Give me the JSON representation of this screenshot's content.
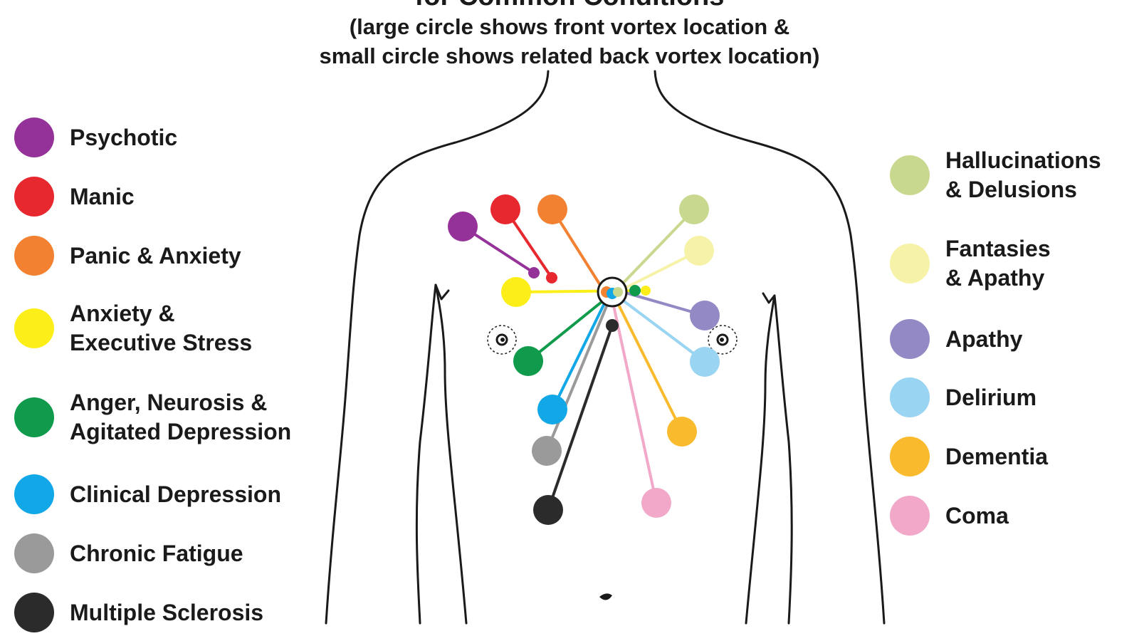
{
  "title_fragment": "for Common Conditions",
  "subtitle_line1": "(large circle shows front vortex location &",
  "subtitle_line2": "small circle shows related back vortex location)",
  "legend_left": [
    {
      "label": "Psychotic",
      "color": "#94329a",
      "icon": "purple-dot"
    },
    {
      "label": "Manic",
      "color": "#e8282f",
      "icon": "red-dot"
    },
    {
      "label": "Panic & Anxiety",
      "color": "#f28232",
      "icon": "orange-dot"
    },
    {
      "label": "Anxiety &\nExecutive Stress",
      "color": "#fcee18",
      "icon": "yellow-dot"
    },
    {
      "label": "Anger, Neurosis &\nAgitated Depression",
      "color": "#0f9b4b",
      "icon": "green-dot"
    },
    {
      "label": "Clinical Depression",
      "color": "#12a8e8",
      "icon": "blue-dot"
    },
    {
      "label": "Chronic Fatigue",
      "color": "#9a9a9a",
      "icon": "gray-dot"
    },
    {
      "label": "Multiple Sclerosis",
      "color": "#2b2b2b",
      "icon": "black-dot"
    }
  ],
  "legend_right": [
    {
      "label": "Hallucinations\n& Delusions",
      "color": "#c8d88e",
      "icon": "light-green-dot"
    },
    {
      "label": "Fantasies\n& Apathy",
      "color": "#f6f2a8",
      "icon": "pale-yellow-dot"
    },
    {
      "label": "Apathy",
      "color": "#9389c5",
      "icon": "lavender-dot"
    },
    {
      "label": "Delirium",
      "color": "#99d4f2",
      "icon": "light-blue-dot"
    },
    {
      "label": "Dementia",
      "color": "#f9bb2d",
      "icon": "amber-dot"
    },
    {
      "label": "Coma",
      "color": "#f2a8c8",
      "icon": "pink-dot"
    }
  ]
}
